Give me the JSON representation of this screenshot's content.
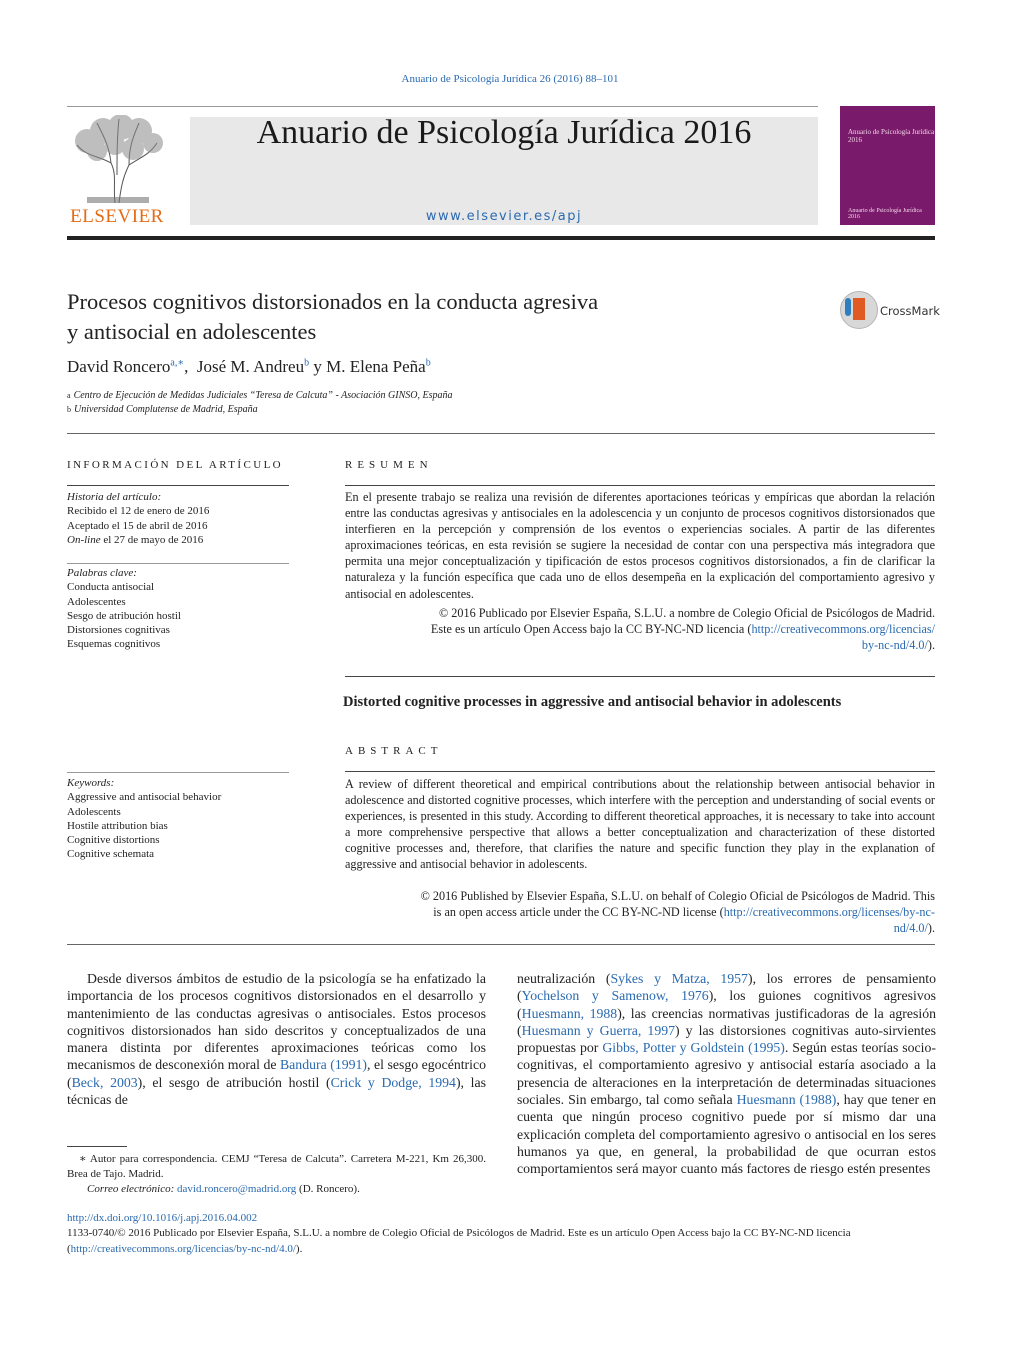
{
  "header": {
    "journal_ref": "Anuario de Psicología Jurídica 26 (2016) 88–101",
    "journal_title": "Anuario de Psicología Jurídica 2016",
    "journal_url": "www.elsevier.es/apj",
    "publisher_logo_text": "ELSEVIER",
    "cover_line1": "Anuario de Psicología Jurídica 2016",
    "cover_line2": "Anuario de Psicología Jurídica 2016"
  },
  "article": {
    "title_line1": "Procesos cognitivos distorsionados en la conducta agresiva",
    "title_line2": "y antisocial en adolescentes",
    "crossmark": "CrossMark",
    "author1": "David Roncero",
    "author1_sup": "a,∗",
    "author2": "José M. Andreu",
    "author2_sup": "b",
    "author_conj": "y",
    "author3": "M. Elena Peña",
    "author3_sup": "b",
    "affil_a_mark": "a",
    "affil_a": "Centro de Ejecución de Medidas Judiciales “Teresa de Calcuta” - Asociación GINSO, España",
    "affil_b_mark": "b",
    "affil_b": "Universidad Complutense de Madrid, España"
  },
  "info": {
    "heading": "información del artículo",
    "history_label": "Historia del artículo:",
    "received": "Recibido el 12 de enero de 2016",
    "accepted": "Aceptado el 15 de abril de 2016",
    "online_label": "On-line",
    "online": " el 27 de mayo de 2016",
    "kw_es_label": "Palabras clave:",
    "kw_es": [
      "Conducta antisocial",
      "Adolescentes",
      "Sesgo de atribución hostil",
      "Distorsiones cognitivas",
      "Esquemas cognitivos"
    ],
    "kw_en_label": "Keywords:",
    "kw_en": [
      "Aggressive and antisocial behavior",
      "Adolescents",
      "Hostile attribution bias",
      "Cognitive distortions",
      "Cognitive schemata"
    ]
  },
  "resumen": {
    "heading": "resumen",
    "body": "En el presente trabajo se realiza una revisión de diferentes aportaciones teóricas y empíricas que abordan la relación entre las conductas agresivas y antisociales en la adolescencia y un conjunto de procesos cognitivos distorsionados que interfieren en la percepción y comprensión de los eventos o experiencias sociales. A partir de las diferentes aproximaciones teóricas, en esta revisión se sugiere la necesidad de contar con una perspectiva más integradora que permita una mejor conceptualización y tipificación de estos procesos cognitivos distorsionados, a fin de clarificar la naturaleza y la función específica que cada uno de ellos desempeña en la explicación del comportamiento agresivo y antisocial en adolescentes.",
    "copyright1": "© 2016 Publicado por Elsevier España, S.L.U. a nombre de Colegio Oficial de Psicólogos de Madrid.",
    "copyright2": "Este es un artículo Open Access bajo la CC BY-NC-ND licencia (",
    "license_link1": "http://creativecommons.org/licencias/",
    "license_link2": "by-nc-nd/4.0/",
    "license_close": ")."
  },
  "abstract": {
    "title": "Distorted cognitive processes in aggressive and antisocial behavior in adolescents",
    "heading": "abstract",
    "body": "A review of different theoretical and empirical contributions about the relationship between antisocial behavior in adolescence and distorted cognitive processes, which interfere with the perception and understanding of social events or experiences, is presented in this study. According to different theoretical approaches, it is necessary to take into account a more comprehensive perspective that allows a better conceptualization and characterization of these distorted cognitive processes and, therefore, that clarifies the nature and specific function they play in the explanation of aggressive and antisocial behavior in adolescents.",
    "copyright1": "© 2016 Published by Elsevier España, S.L.U. on behalf of Colegio Oficial de Psicólogos de Madrid. This",
    "copyright2": "is an open access article under the CC BY-NC-ND license (",
    "license_link1": "http://creativecommons.org/licenses/by-nc-",
    "license_link2": "nd/4.0/",
    "license_close": ")."
  },
  "body": {
    "left_p1": "Desde diversos ámbitos de estudio de la psicología se ha enfatizado la importancia de los procesos cognitivos distorsionados en el desarrollo y mantenimiento de las conductas agresivas o antisociales. Estos procesos cognitivos distorsionados han sido descritos y conceptualizados de una manera distinta por diferentes aproximaciones teóricas como los mecanismos de desconexión moral de ",
    "ref_bandura": "Bandura (1991)",
    "left_p2": ", el sesgo egocéntrico (",
    "ref_beck": "Beck, 2003",
    "left_p3": "), el sesgo de atribución hostil (",
    "ref_crick": "Crick y Dodge, 1994",
    "left_p4": "), las técnicas de",
    "right_p1": "neutralización (",
    "ref_sykes": "Sykes y Matza, 1957",
    "right_p2": "), los errores de pensamiento (",
    "ref_yochelson": "Yochelson y Samenow, 1976",
    "right_p3": "), los guiones cognitivos agresivos (",
    "ref_huesmann1988a": "Huesmann, 1988",
    "right_p4": "), las creencias normativas justificadoras de la agresión (",
    "ref_huesmann_guerra": "Huesmann y Guerra, 1997",
    "right_p5": ") y las distorsiones cognitivas auto-sirvientes propuestas por ",
    "ref_gibbs": "Gibbs, Potter y Goldstein (1995)",
    "right_p6": ". Según estas teorías socio-cognitivas, el comportamiento agresivo y antisocial estaría asociado a la presencia de alteraciones en la interpretación de determinadas situaciones sociales. Sin embargo, tal como señala ",
    "ref_huesmann1988b": "Huesmann (1988)",
    "right_p7": ", hay que tener en cuenta que ningún proceso cognitivo puede por sí mismo dar una explicación completa del comportamiento agresivo o antisocial en los seres humanos ya que, en general, la probabilidad de que ocurran estos comportamientos será mayor cuanto más factores de riesgo estén presentes"
  },
  "footnote": {
    "mark": "∗",
    "text": " Autor para correspondencia. CEMJ “Teresa de Calcuta”. Carretera M-221, Km 26,300. Brea de Tajo. Madrid.",
    "email_label": "Correo electrónico:",
    "email": "david.roncero@madrid.org",
    "email_owner": " (D. Roncero)."
  },
  "footer": {
    "doi": "http://dx.doi.org/10.1016/j.apj.2016.04.002",
    "issn_text": "1133-0740/© 2016 Publicado por Elsevier España, S.L.U. a nombre de Colegio Oficial de Psicólogos de Madrid. Este es un artículo Open Access bajo la CC BY-NC-ND licencia",
    "license_open": "(",
    "license_link": "http://creativecommons.org/licencias/by-nc-nd/4.0/",
    "license_close": ")."
  },
  "colors": {
    "link": "#2a6ab0",
    "elsevier": "#e46b15",
    "cover": "#7a1a6a"
  },
  "icons": {
    "crossmark": "crossmark-icon",
    "publisher": "elsevier-tree-logo"
  }
}
